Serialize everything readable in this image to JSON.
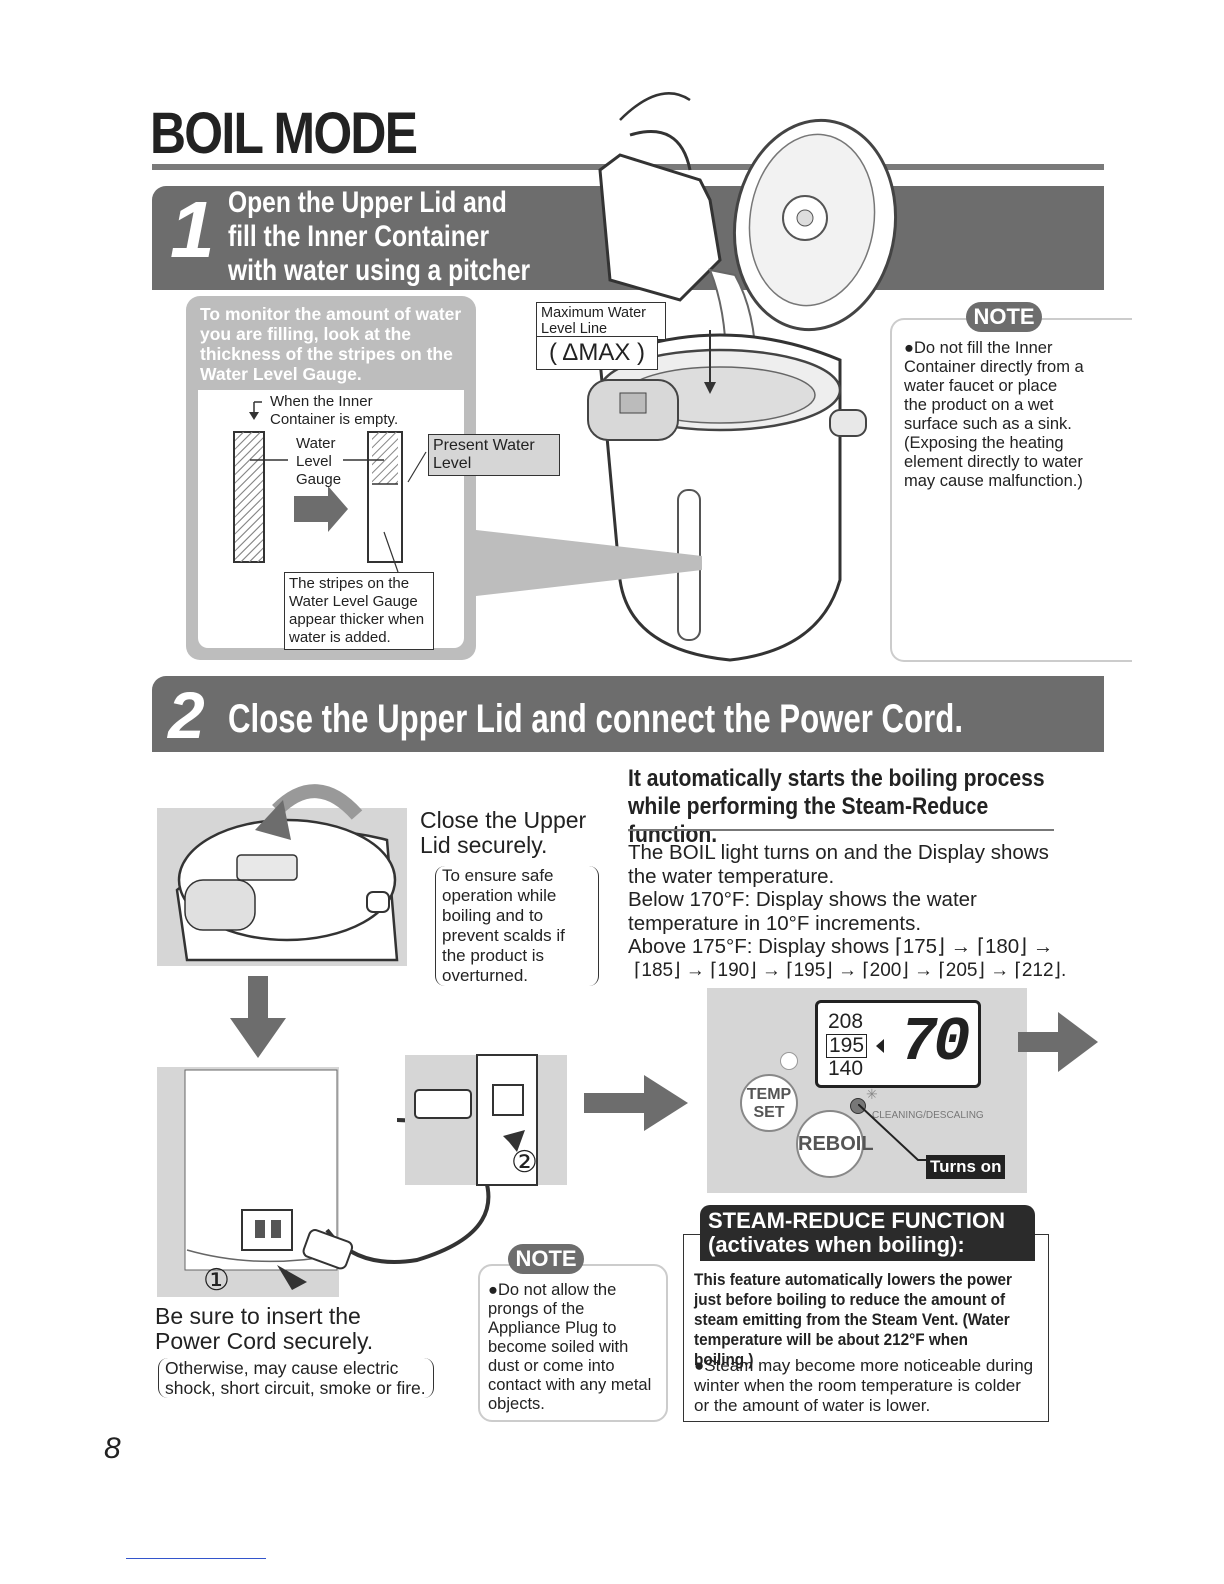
{
  "page": {
    "title": "BOIL MODE",
    "page_number": "8"
  },
  "step1": {
    "number": "1",
    "heading": "Open the Upper Lid and fill the Inner Container with water using a pitcher or other container.",
    "monitor_tip": "To monitor the amount of water you are filling, look at the thickness of the stripes on the Water Level Gauge.",
    "empty_label": "When the Inner Container is empty.",
    "gauge_label": "Water Level Gauge",
    "present_level_label": "Present Water Level",
    "stripes_note": "The stripes on the Water Level Gauge appear thicker when water is added.",
    "max_label": "Maximum Water Level Line",
    "max_mark": "( ΔMAX )",
    "note": {
      "title": "NOTE",
      "text": "●Do not fill the Inner Container directly from a water faucet or place the product on a wet surface such as a sink. (Exposing the heating element directly to water may cause malfunction.)"
    }
  },
  "step2": {
    "number": "2",
    "heading": "Close the Upper Lid and connect the Power Cord.",
    "close_lid": "Close the Upper Lid securely.",
    "close_lid_reason": "To ensure safe operation while boiling and to prevent scalds if the product is overturned.",
    "auto_heading": "It automatically starts the boiling process while performing the Steam-Reduce function.",
    "boil_light": "The BOIL light turns on and the Display shows the water temperature.",
    "below": "Below 170°F: Display shows the water temperature in 10°F increments.",
    "above": "Above 175°F: Display shows ⌈175⌋ → ⌈180⌋ →",
    "above_cont": "⌈185⌋ → ⌈190⌋ → ⌈195⌋ → ⌈200⌋ → ⌈205⌋ → ⌈212⌋.",
    "insert_cord": "Be sure to insert the Power Cord securely.",
    "insert_reason": "Otherwise, may cause electric shock, short circuit, smoke or fire.",
    "marker_1": "①",
    "marker_2": "②",
    "panel": {
      "temps": [
        "208",
        "195",
        "140"
      ],
      "display": "70",
      "temp_set": "TEMP SET",
      "reboil": "REBOIL",
      "cleaning": "CLEANING/DESCALING",
      "turns_on": "Turns on"
    },
    "note": {
      "title": "NOTE",
      "text": "●Do not allow the prongs of the Appliance Plug to become soiled with dust or come into contact with any metal objects."
    },
    "steam": {
      "title": "STEAM-REDUCE FUNCTION (activates when boiling):",
      "bold": "This feature automatically lowers the power just before boiling to reduce the amount of steam emitting from the Steam Vent. (Water temperature will be about 212°F when boiling.)",
      "bullet": "●Steam may become more noticeable during winter when the room temperature is colder or the amount of water is lower."
    }
  }
}
